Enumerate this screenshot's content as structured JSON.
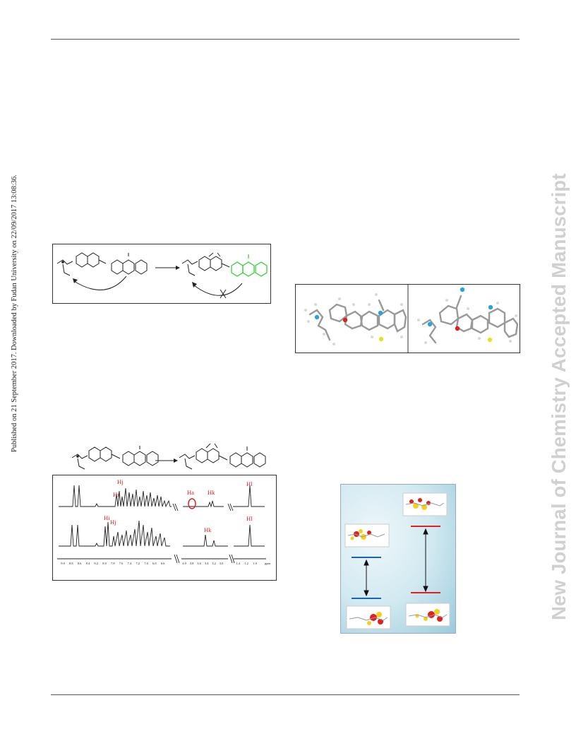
{
  "sidebar": {
    "published_line": "Published on 21 September 2017. Downloaded by Fudan University on 22/09/2017 13:08:36.",
    "journal_watermark": "New Journal of Chemistry Accepted Manuscript"
  },
  "nmr_figure": {
    "labels": {
      "hj_top": "Hj",
      "hi_top": "Hi",
      "ha": "Ha",
      "hk_top": "Hk",
      "hl_top": "Hl",
      "hi_bottom": "Hi",
      "hj_bottom": "Hj",
      "hk_bottom": "Hk",
      "hl_bottom": "Hl"
    },
    "axis_ticks": [
      "9.0",
      "8.8",
      "8.6",
      "8.4",
      "8.2",
      "8.0",
      "7.8",
      "7.6",
      "7.4",
      "7.2",
      "7.0",
      "6.8",
      "6.6",
      "4.0",
      "3.8",
      "3.6",
      "3.4",
      "3.2",
      "3.0",
      "1.4",
      "1.2",
      "1.0"
    ],
    "axis_unit": "ppm"
  },
  "colors": {
    "accent_red": "#d42020",
    "homo_blue": "#1565c0",
    "lumo_red": "#e02020",
    "nitrogen": "#29a3e0",
    "oxygen": "#e02020",
    "sulfur": "#e8e020",
    "green_ring": "#2ecc2e",
    "energy_bg_light": "#e9f4f8",
    "energy_bg_dark": "#9bcbdc"
  }
}
